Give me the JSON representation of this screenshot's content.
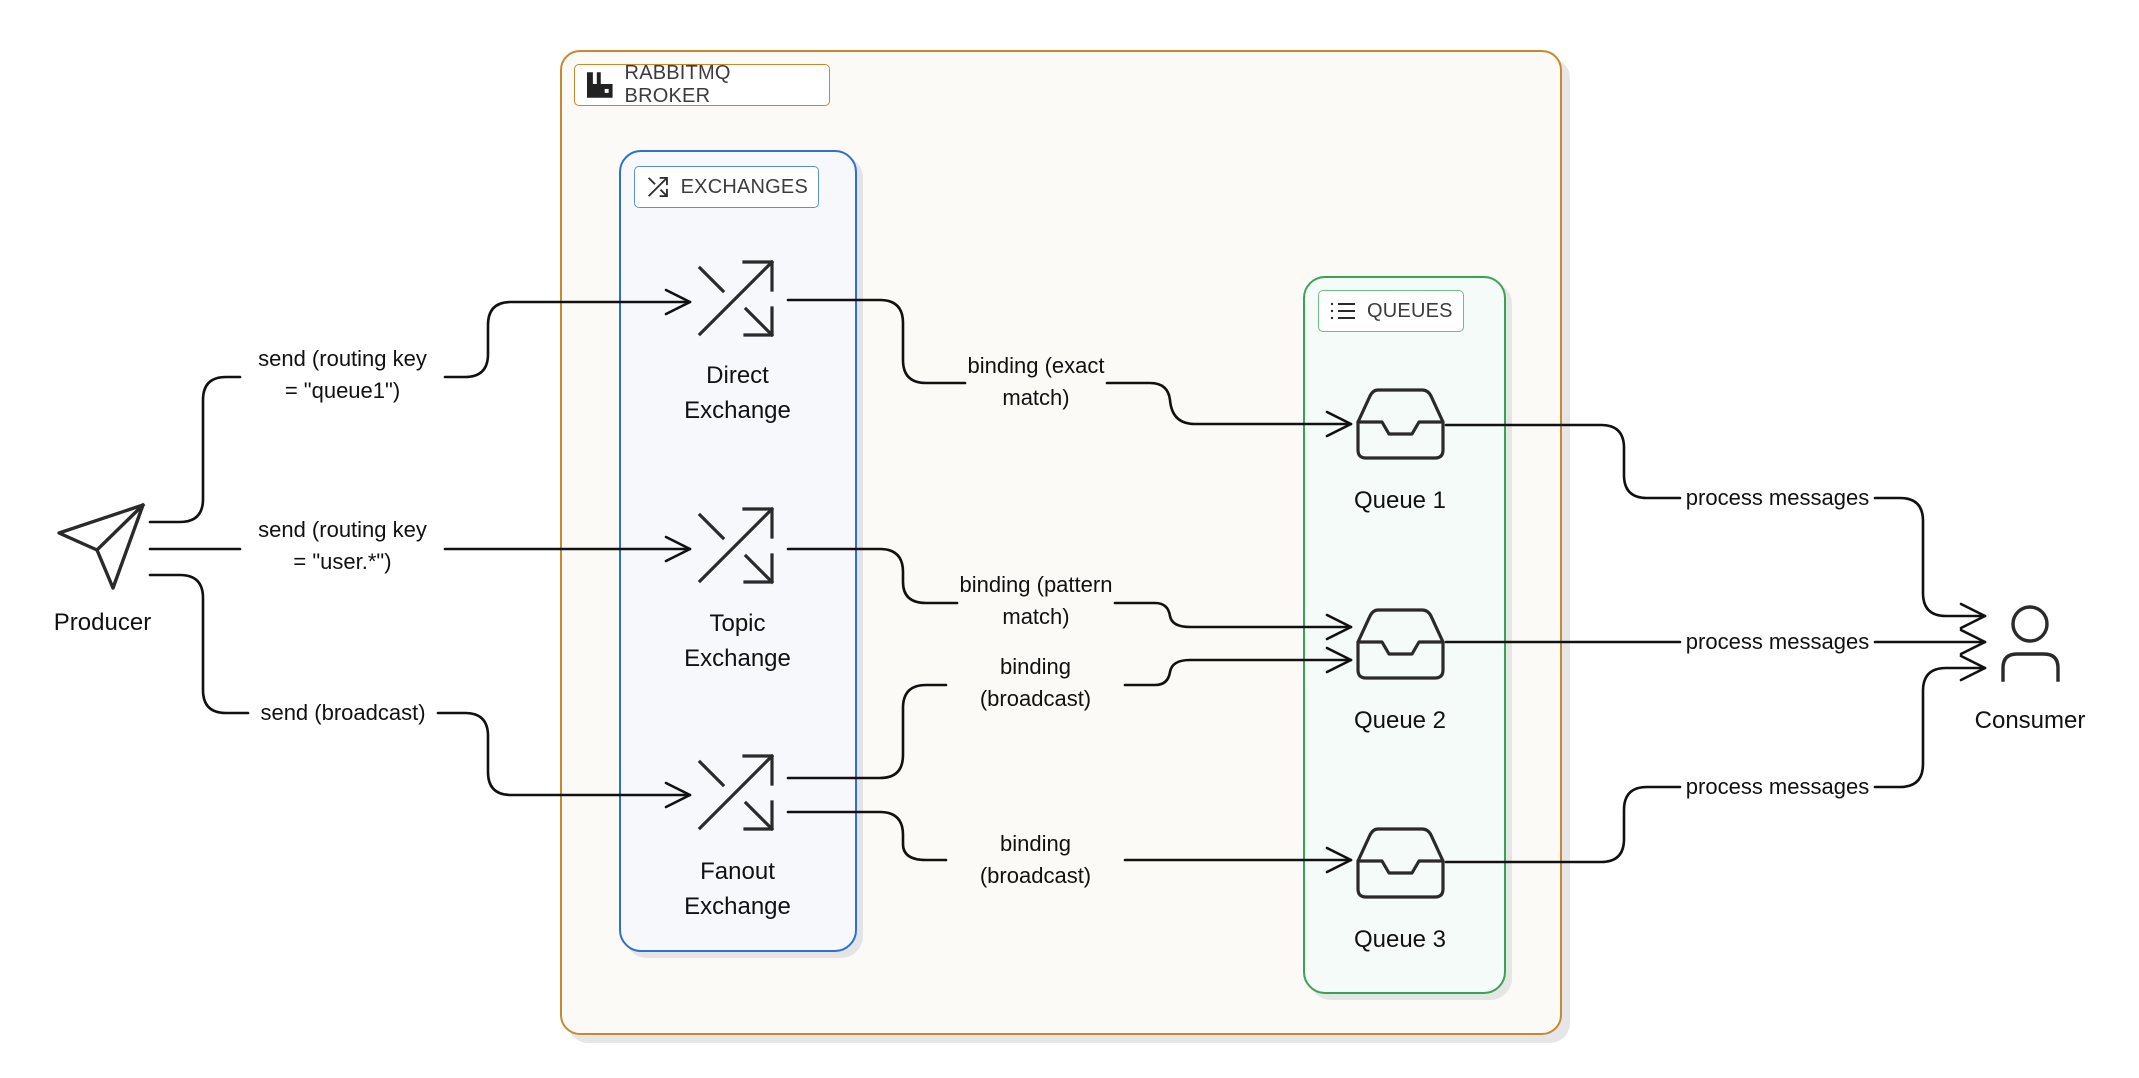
{
  "broker": {
    "title": "RABBITMQ BROKER",
    "icon": "rabbitmq-icon"
  },
  "exchanges_group": {
    "title": "EXCHANGES",
    "icon": "shuffle-icon"
  },
  "queues_group": {
    "title": "QUEUES",
    "icon": "list-icon"
  },
  "producer": {
    "label": "Producer",
    "icon": "send-icon"
  },
  "consumer": {
    "label": "Consumer",
    "icon": "user-icon"
  },
  "exchanges": [
    {
      "line1": "Direct",
      "line2": "Exchange",
      "icon": "shuffle-icon"
    },
    {
      "line1": "Topic",
      "line2": "Exchange",
      "icon": "shuffle-icon"
    },
    {
      "line1": "Fanout",
      "line2": "Exchange",
      "icon": "shuffle-icon"
    }
  ],
  "queues": [
    {
      "label": "Queue 1",
      "icon": "inbox-icon"
    },
    {
      "label": "Queue 2",
      "icon": "inbox-icon"
    },
    {
      "label": "Queue 3",
      "icon": "inbox-icon"
    }
  ],
  "edges": {
    "send_direct": {
      "line1": "send (routing key",
      "line2": "= \"queue1\")"
    },
    "send_topic": {
      "line1": "send (routing key",
      "line2": "= \"user.*\")"
    },
    "send_fanout": {
      "line1": "send (broadcast)"
    },
    "bind_direct_q1": {
      "line1": "binding (exact",
      "line2": "match)"
    },
    "bind_topic_q2": {
      "line1": "binding (pattern",
      "line2": "match)"
    },
    "bind_fanout_q2": {
      "line1": "binding",
      "line2": "(broadcast)"
    },
    "bind_fanout_q3": {
      "line1": "binding",
      "line2": "(broadcast)"
    },
    "consume_q1": {
      "line1": "process messages"
    },
    "consume_q2": {
      "line1": "process messages"
    },
    "consume_q3": {
      "line1": "process messages"
    }
  }
}
